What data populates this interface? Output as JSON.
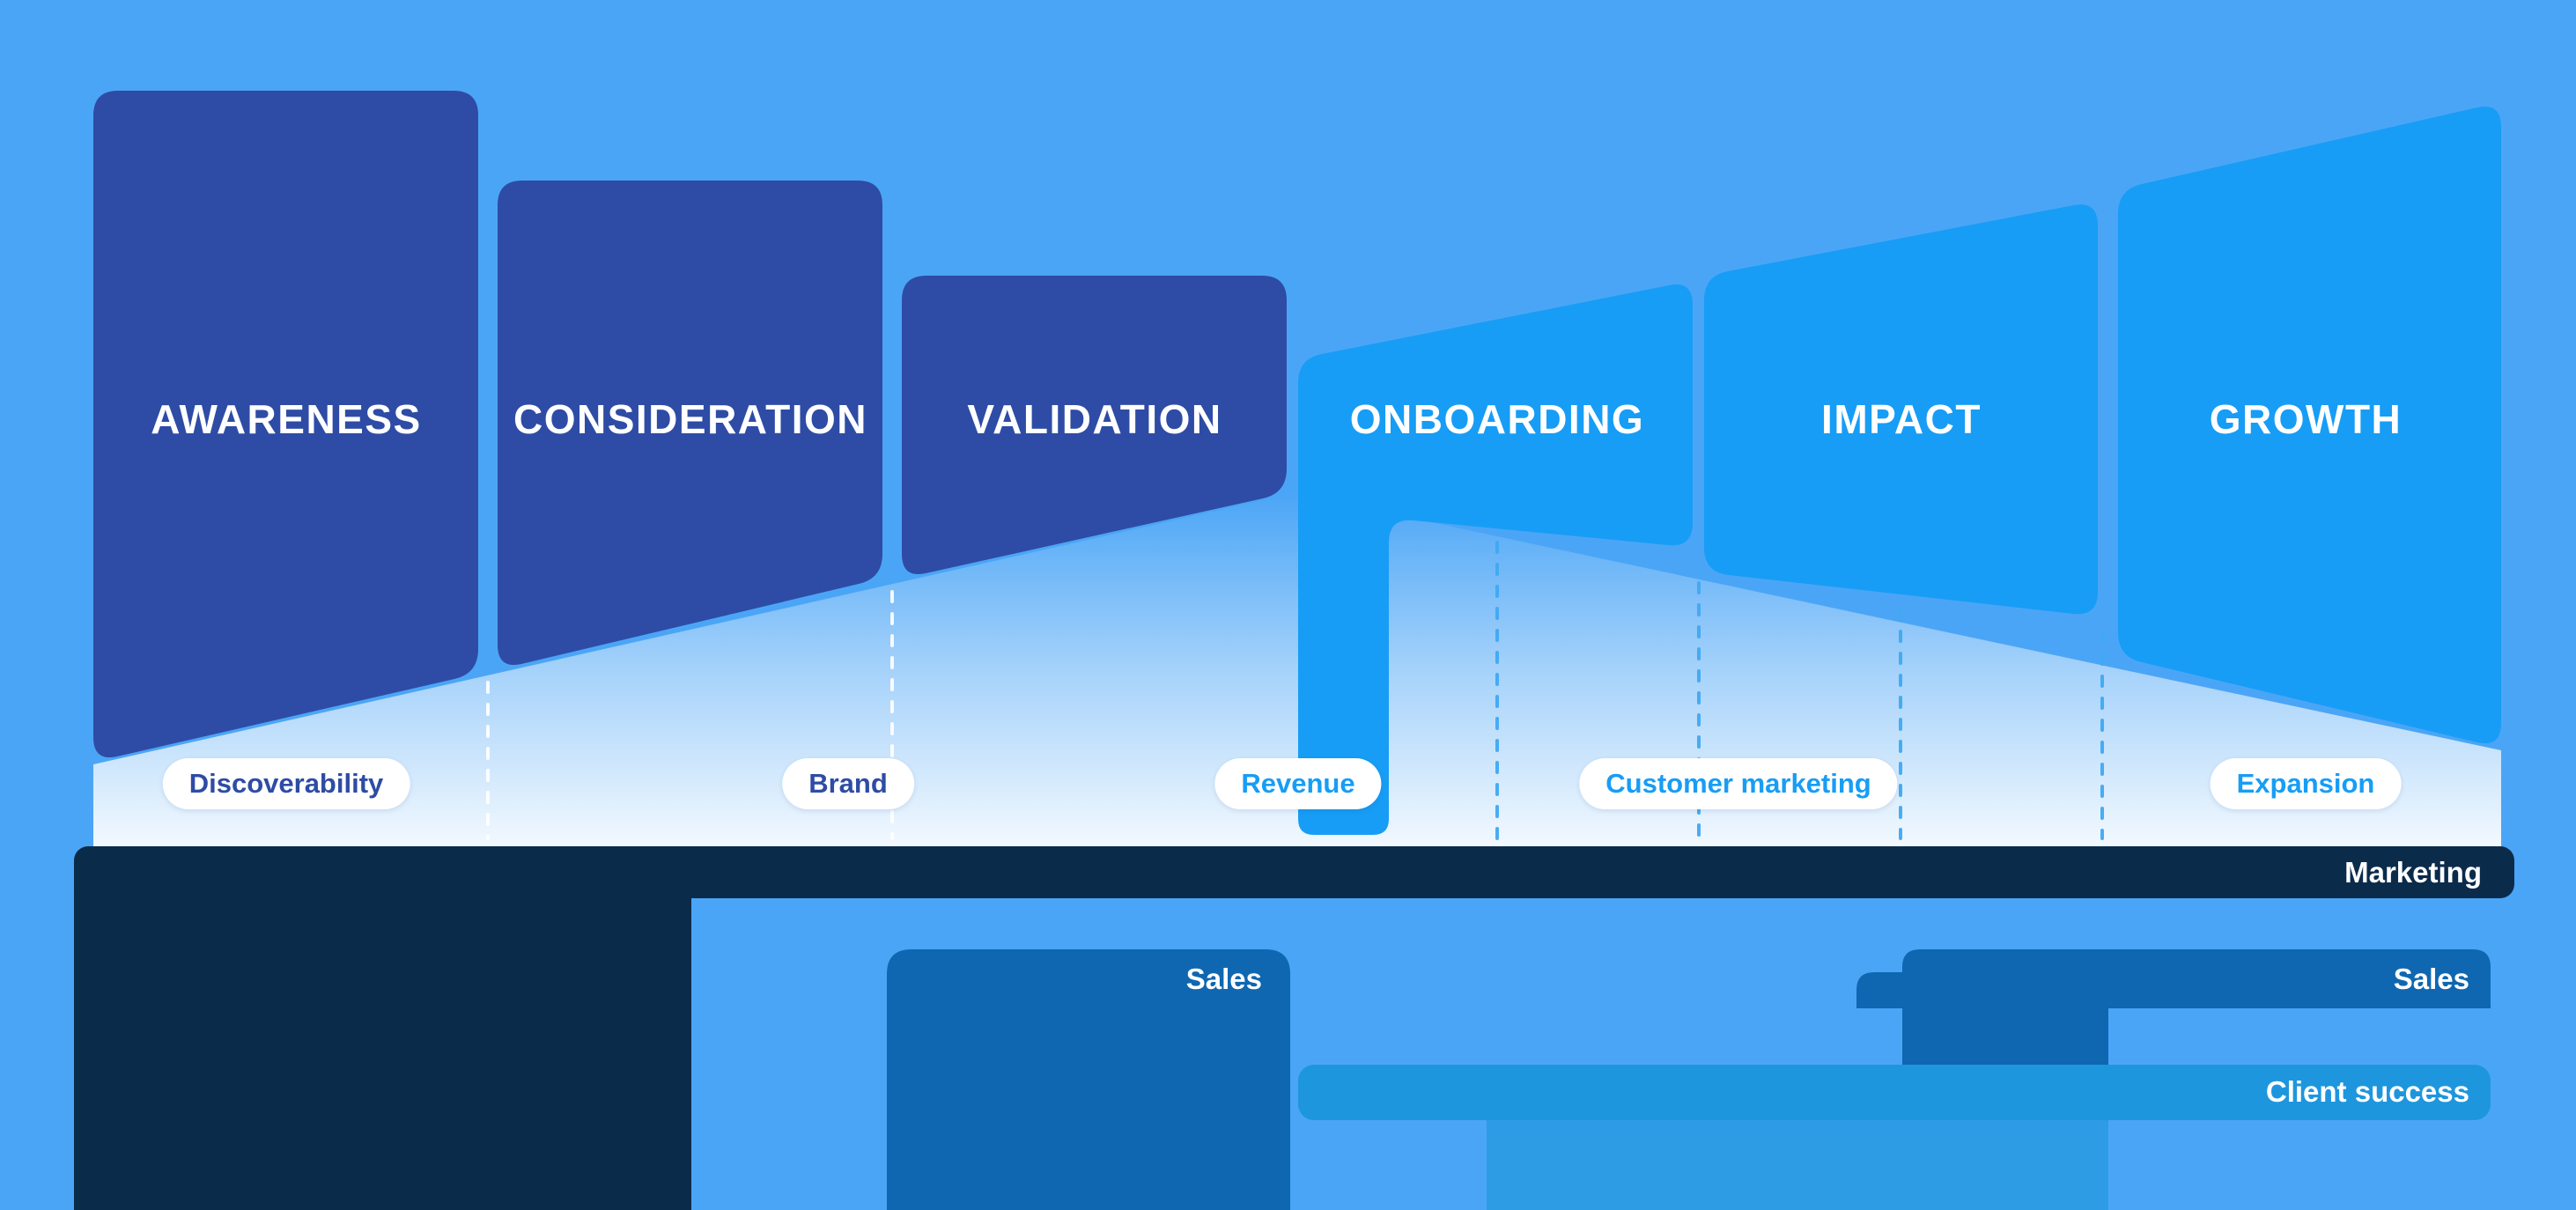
{
  "palette": {
    "background": "#4BA5F6",
    "dark_stage": "#2E4CA5",
    "light_stage": "#179DF5",
    "glow_white": "#FFFFFF",
    "marketing_bar": "#0B2B4B",
    "sales_bar": "#0F67B1",
    "client_success_bar": "#1E96DE",
    "bottom_block": "#2E9BE5",
    "dash_left": "#FFFFFF",
    "dash_right": "#3FA9F2",
    "pill_bg": "#FFFFFF"
  },
  "stages": [
    {
      "label": "AWARENESS"
    },
    {
      "label": "CONSIDERATION"
    },
    {
      "label": "VALIDATION"
    },
    {
      "label": "ONBOARDING"
    },
    {
      "label": "IMPACT"
    },
    {
      "label": "GROWTH"
    }
  ],
  "pills": [
    {
      "label": "Discoverability"
    },
    {
      "label": "Brand"
    },
    {
      "label": "Revenue"
    },
    {
      "label": "Customer marketing"
    },
    {
      "label": "Expansion"
    }
  ],
  "bars": {
    "marketing": "Marketing",
    "sales_left": "Sales",
    "sales_right": "Sales",
    "client_success": "Client success"
  }
}
